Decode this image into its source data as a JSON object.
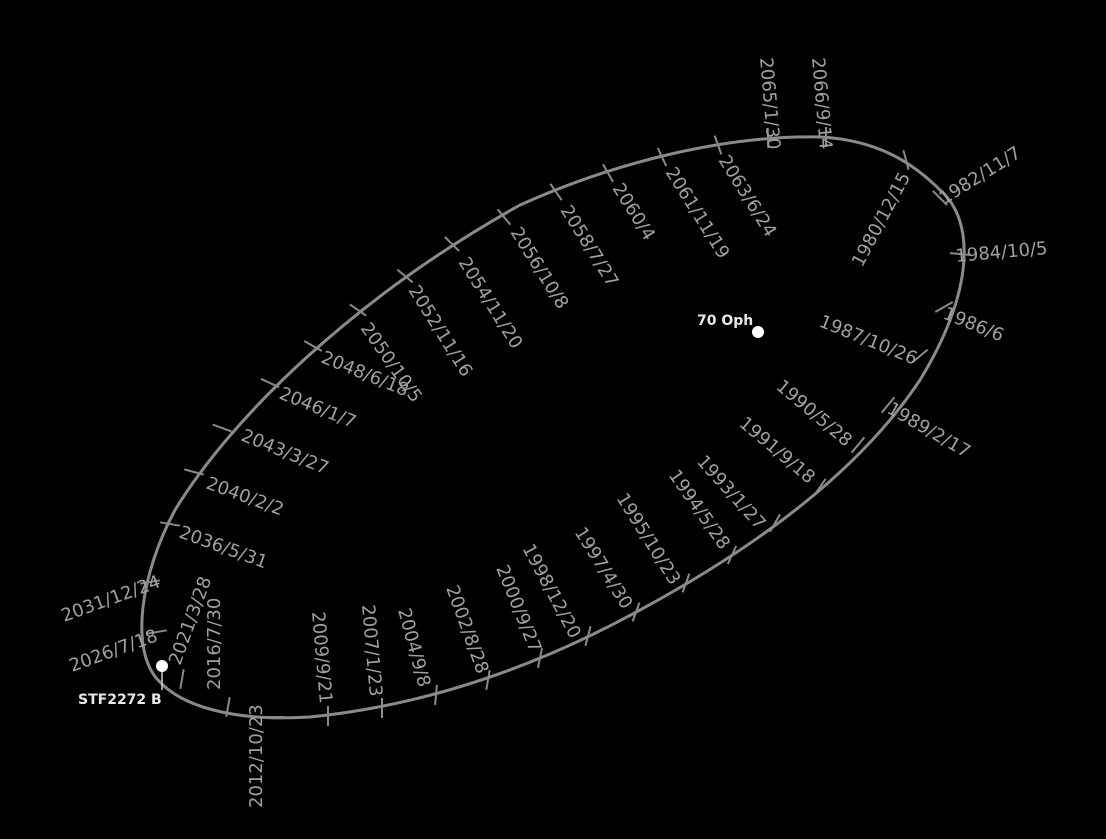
{
  "primary": {
    "name": "70 Oph",
    "color": "#ffffff"
  },
  "companion": {
    "name": "STF2272 B",
    "color": "#ffffff"
  },
  "orbit_color": "#8a8a8a",
  "label_color": "#a0a0a0",
  "dates": [
    "1980/12/15",
    "1982/11/7",
    "1984/10/5",
    "1986/6",
    "1987/10/26",
    "1989/2/17",
    "1990/5/28",
    "1991/9/18",
    "1993/1/27",
    "1994/5/28",
    "1995/10/23",
    "1997/4/30",
    "1998/12/20",
    "2000/9/27",
    "2002/8/28",
    "2004/9/8",
    "2007/1/23",
    "2009/9/21",
    "2012/10/23",
    "2016/7/30",
    "2021/3/28",
    "2026/7/18",
    "2031/12/24",
    "2036/5/31",
    "2040/2/2",
    "2043/3/27",
    "2046/1/7",
    "2048/6/18",
    "2050/10/5",
    "2052/11/16",
    "2054/11/20",
    "2056/10/8",
    "2058/7/27",
    "2060/4",
    "2061/11/19",
    "2063/6/24",
    "2065/1/30",
    "2066/9/14"
  ]
}
